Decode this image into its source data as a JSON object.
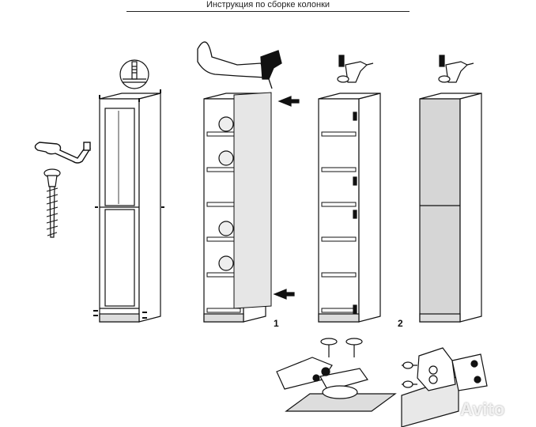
{
  "title": "Инструкция по сборке колонки",
  "steps": {
    "step1": "1",
    "step2": "2"
  },
  "watermark": "Avito",
  "icons": {
    "screw": "screw-icon",
    "hex_key": "hex-key-icon",
    "hammer": "hammer-icon",
    "screwdriver": "screwdriver-icon",
    "hinge": "hinge-icon",
    "arrow": "arrow-icon"
  }
}
